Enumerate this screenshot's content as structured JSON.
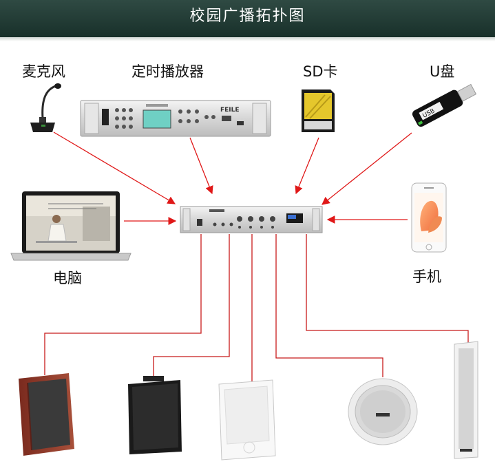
{
  "title": "校园广播拓扑图",
  "sources": {
    "microphone": "麦克风",
    "player": "定时播放器",
    "sd_card": "SD卡",
    "usb": "U盘",
    "computer": "电脑",
    "phone": "手机"
  },
  "device_text": {
    "player_brand": "FEILE",
    "usb_text": "USB"
  },
  "colors": {
    "banner": "#1f3a33",
    "signal_arrow": "#e01818",
    "output_line": "#c81a1a"
  },
  "icons": [
    "microphone-icon",
    "timer-player-icon",
    "sd-card-icon",
    "usb-drive-icon",
    "laptop-icon",
    "smartphone-icon",
    "amplifier-icon",
    "wooden-speaker-icon",
    "black-wall-speaker-icon",
    "white-wall-speaker-icon",
    "ceiling-speaker-icon",
    "column-speaker-icon"
  ]
}
